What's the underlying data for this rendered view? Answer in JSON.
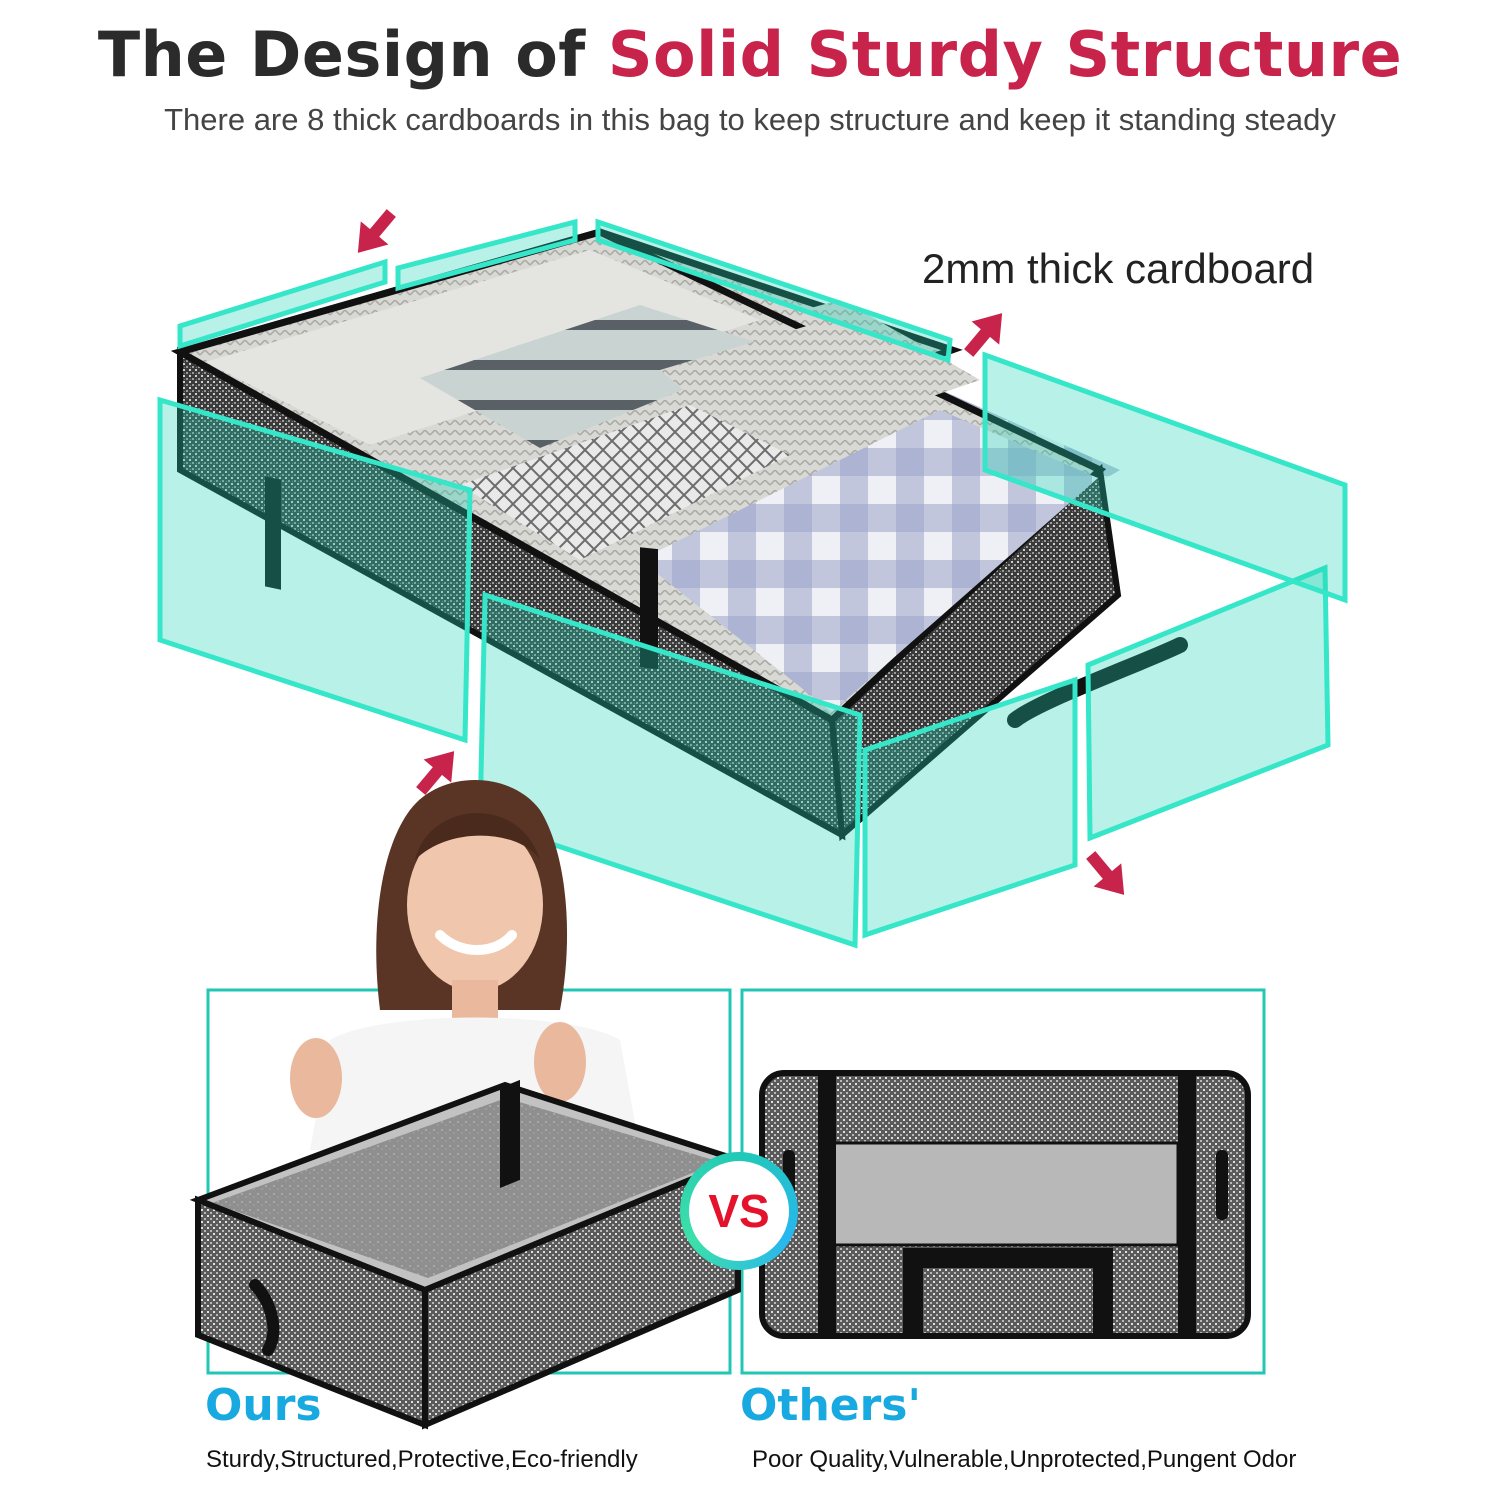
{
  "header": {
    "title_prefix": "The Design of ",
    "title_highlight": "Solid Sturdy Structure",
    "subtitle": "There are 8 thick cardboards in this bag to keep structure and keep it standing steady"
  },
  "callout": {
    "label": "2mm thick cardboard"
  },
  "comparison": {
    "ours": {
      "title": "Ours",
      "description": "Sturdy,Structured,Protective,Eco-friendly"
    },
    "vs": "VS",
    "others": {
      "title": "Others'",
      "description": "Poor Quality,Vulnerable,Unprotected,Pungent Odor"
    }
  },
  "colors": {
    "highlight": "#c8234a",
    "accent_teal": "#21c9b6",
    "accent_blue": "#18a9e0",
    "vs_red": "#e4132b",
    "arrow": "#c8234a"
  }
}
